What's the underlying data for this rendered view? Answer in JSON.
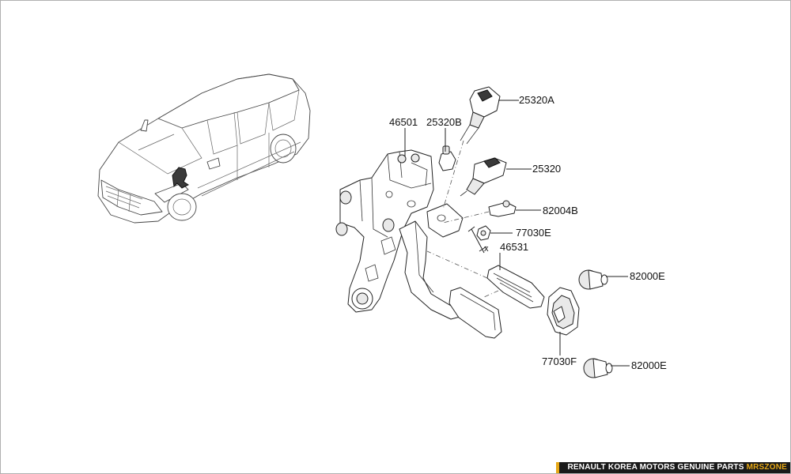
{
  "callouts": {
    "c25320A": "25320A",
    "c46501": "46501",
    "c25320B": "25320B",
    "c25320": "25320",
    "c82004B": "82004B",
    "c77030E": "77030E",
    "c46531": "46531",
    "c82000E_top": "82000E",
    "c77030F": "77030F",
    "c82000E_bottom": "82000E",
    "dim_x": "x"
  },
  "watermark": {
    "text": "RENAULT KOREA MOTORS GENUINE PARTS",
    "brand": "MRSZONE"
  },
  "colors": {
    "line": "#222222",
    "watermark_bg": "#1a1a1a",
    "watermark_accent": "#e6a817"
  }
}
